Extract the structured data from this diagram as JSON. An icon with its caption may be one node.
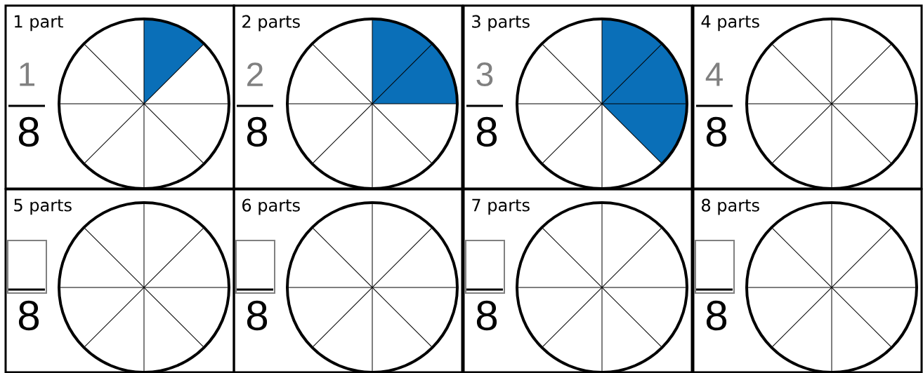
{
  "diagram": {
    "nodes": [
      {
        "text": [
          "1 part",
          "1",
          "8"
        ]
      },
      {
        "text": [
          "2 parts",
          "2",
          "8"
        ]
      },
      {
        "text": [
          "3 parts",
          "3",
          "8"
        ]
      },
      {
        "text": [
          "4 parts",
          "4",
          "8"
        ]
      },
      {
        "text": [
          "5 parts",
          "8"
        ]
      },
      {
        "text": [
          "6 parts",
          "8"
        ]
      },
      {
        "text": [
          "7 parts",
          "8"
        ]
      },
      {
        "text": [
          "8 parts",
          "8"
        ]
      }
    ]
  }
}
